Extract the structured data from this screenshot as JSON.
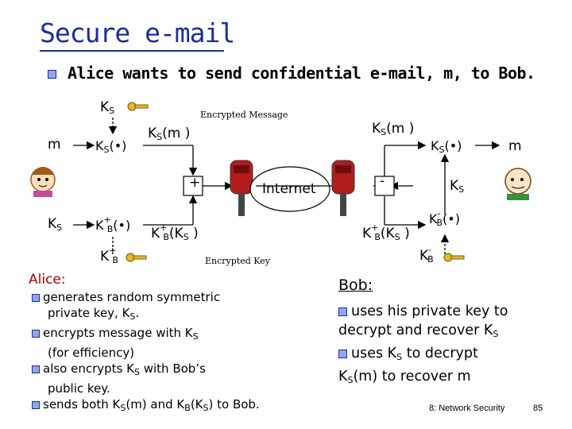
{
  "title": "Secure e-mail",
  "main_point": "Alice wants to send confidential e-mail, m, to Bob.",
  "diagram": {
    "m": "m",
    "KS": "K",
    "S": "S",
    "dot_arg": "(•)",
    "KS_m": "(m )",
    "KB": "K",
    "B": "B",
    "plus": "+",
    "minus": "-",
    "KB_KS": "(K",
    "paren_close": " )",
    "encrypted_message": "Encrypted Message",
    "encrypted_key": "Encrypted Key",
    "internet": "Internet"
  },
  "alice": {
    "heading": "Alice:",
    "items": [
      "generates random symmetric",
      "private key, K",
      "encrypts message with K",
      "(for efficiency)",
      "also encrypts K",
      "with Bob’s",
      "public key.",
      "sends both K",
      "(m) and K",
      "(K",
      ") to Bob."
    ]
  },
  "bob": {
    "heading": "Bob:",
    "lines": [
      "uses his private key to",
      "decrypt and recover K",
      "uses K",
      "to decrypt",
      "(m) to recover m"
    ]
  },
  "footer": "8: Network Security",
  "page_number": "85",
  "colors": {
    "title": "#1c2c9c",
    "alice_heading": "#b00000",
    "bullet": "#8fa7e6"
  }
}
